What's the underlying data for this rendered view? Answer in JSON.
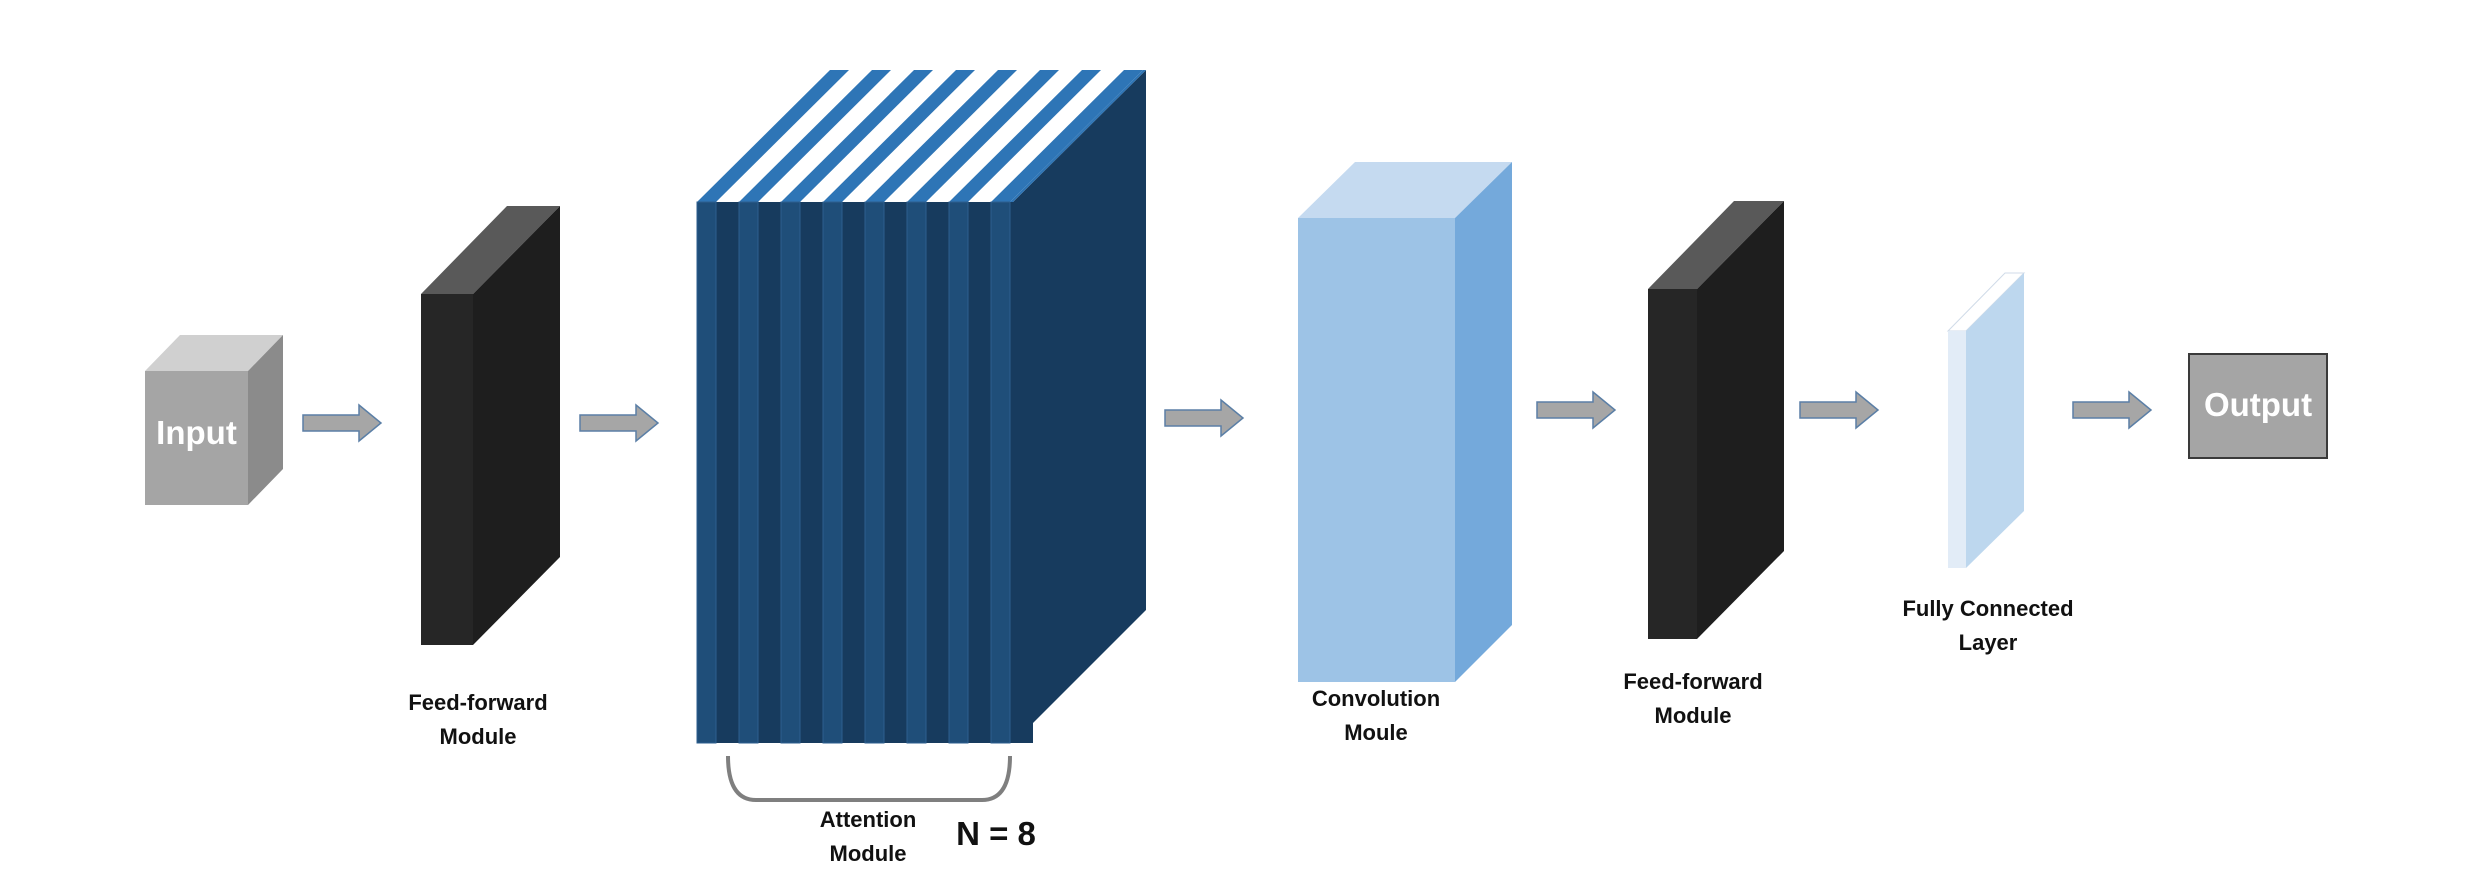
{
  "colors": {
    "input_front": "#a5a5a5",
    "input_top": "#d0d0d0",
    "input_side": "#8b8b8b",
    "ff_front": "#262626",
    "ff_top": "#595959",
    "ff_side": "#1e1e1e",
    "att_front": "#1f4e79",
    "att_top": "#2e75b6",
    "att_side": "#173b5e",
    "conv_front": "#9dc3e6",
    "conv_top": "#c5daf0",
    "conv_side": "#74a9db",
    "fc_front": "#e2ecf7",
    "fc_side": "#bdd7ee",
    "output_fill": "#a5a5a5",
    "arrow": "#a6a6a6"
  },
  "icons": {
    "arrow": "right-block-arrow",
    "brace": "curly-brace"
  },
  "labels": {
    "input": "Input",
    "output": "Output",
    "ff1": [
      "Feed-forward",
      "Module"
    ],
    "attention": [
      "Attention",
      "Module"
    ],
    "n_value": "N = 8",
    "conv": [
      "Convolution",
      "Moule"
    ],
    "ff2": [
      "Feed-forward",
      "Module"
    ],
    "fc": [
      "Fully Connected",
      "Layer"
    ]
  }
}
